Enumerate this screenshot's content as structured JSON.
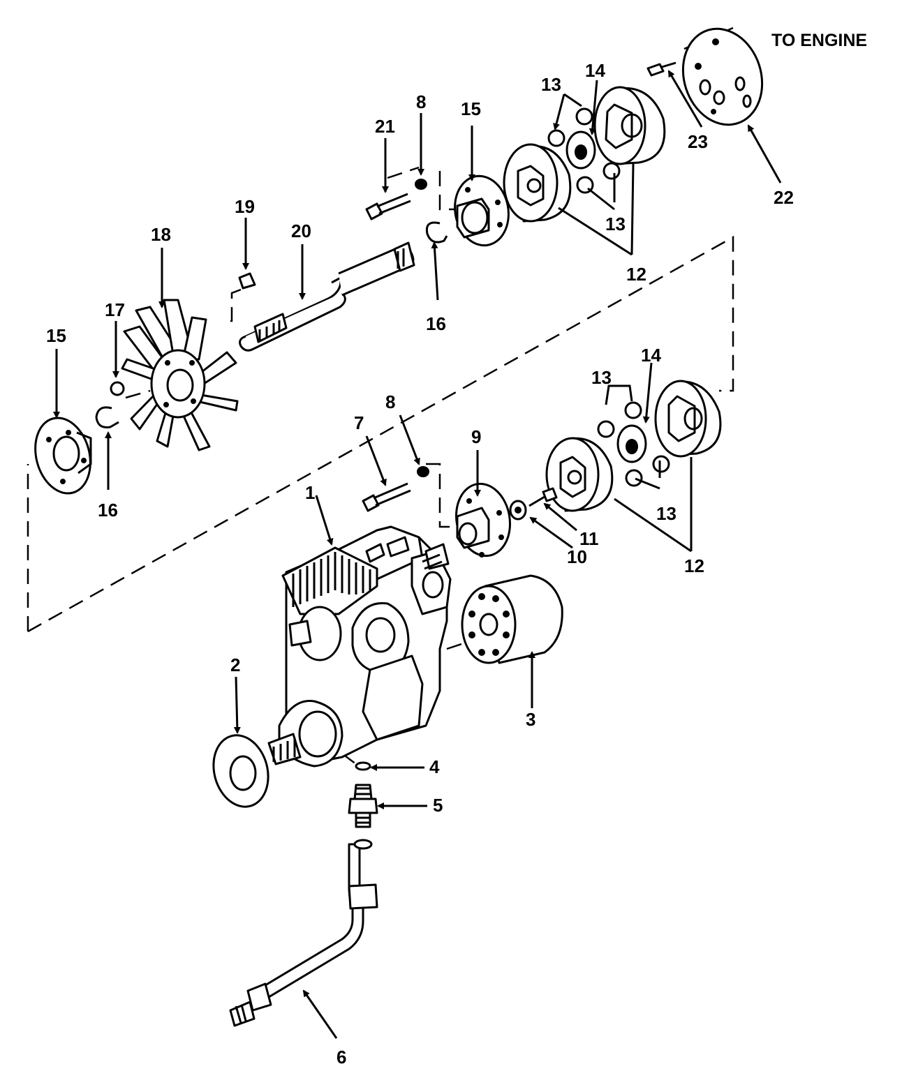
{
  "figure": {
    "heading": "TO ENGINE"
  },
  "callouts": {
    "c1": "1",
    "c2": "2",
    "c3": "3",
    "c4": "4",
    "c5": "5",
    "c6": "6",
    "c7": "7",
    "c8_upper": "8",
    "c8_lower": "8",
    "c9": "9",
    "c10": "10",
    "c11": "11",
    "c12_upper": "12",
    "c12_lower": "12",
    "c13_upper_a": "13",
    "c13_upper_b": "13",
    "c13_lower_a": "13",
    "c13_lower_b": "13",
    "c14_upper": "14",
    "c14_lower": "14",
    "c15_upper": "15",
    "c15_left": "15",
    "c16_upper": "16",
    "c16_left": "16",
    "c17": "17",
    "c18": "18",
    "c19": "19",
    "c20": "20",
    "c21": "21",
    "c22": "22",
    "c23": "23"
  }
}
